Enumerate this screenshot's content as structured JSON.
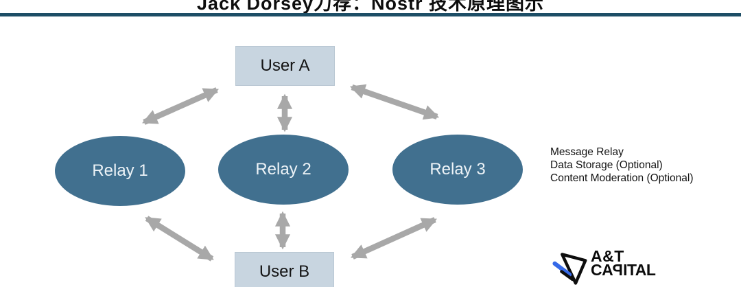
{
  "header": {
    "title": "Jack Dorsey力荐：Nostr 技术原理图示"
  },
  "diagram": {
    "nodes": {
      "user_a": "User A",
      "user_b": "User B",
      "relay_1": "Relay 1",
      "relay_2": "Relay 2",
      "relay_3": "Relay 3"
    },
    "annotations": [
      "Message Relay",
      "Data Storage (Optional)",
      "Content Moderation (Optional)"
    ]
  },
  "logo": {
    "line1": "A&T",
    "line2_pre": "CA",
    "line2_p": "P",
    "line2_post": "ITAL"
  },
  "colors": {
    "divider": "#1D4E66",
    "relay_fill": "#41708F",
    "user_fill": "#C8D5E0",
    "arrow": "#A8A8A8",
    "logo_blue": "#3569E8"
  }
}
